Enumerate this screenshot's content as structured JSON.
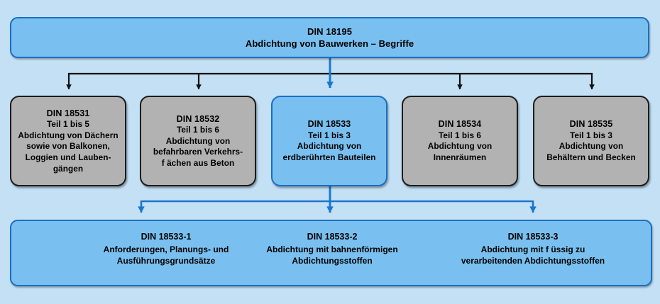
{
  "diagram": {
    "title_context": "DIN 18195 Normenreihe Abdichtung",
    "background_color": "#c3e0f5",
    "accent_blue": "#79c0f0",
    "accent_blue_border": "#1b6fc2",
    "gray_fill": "#b2b2b2",
    "gray_border": "#1c1c1c"
  },
  "root": {
    "code": "DIN 18195",
    "description": "Abdichtung von Bauwerken – Begriffe"
  },
  "standards": [
    {
      "code": "DIN 18531",
      "parts": "Teil 1 bis 5",
      "desc_lines": [
        "Abdichtung von Dächern",
        "sowie von Balkonen,",
        "Loggien und Lauben-",
        "gängen"
      ],
      "highlighted": false
    },
    {
      "code": "DIN 18532",
      "parts": "Teil 1 bis 6",
      "desc_lines": [
        "Abdichtung von",
        "befahrbaren Verkehrs-",
        "f ächen aus Beton"
      ],
      "highlighted": false
    },
    {
      "code": "DIN 18533",
      "parts": "Teil 1 bis 3",
      "desc_lines": [
        "Abdichtung von",
        "erdberührten Bauteilen"
      ],
      "highlighted": true
    },
    {
      "code": "DIN 18534",
      "parts": "Teil 1 bis 6",
      "desc_lines": [
        "Abdichtung von",
        "Innenräumen"
      ],
      "highlighted": false
    },
    {
      "code": "DIN 18535",
      "parts": "Teil 1 bis 3",
      "desc_lines": [
        "Abdichtung von",
        "Behältern und Becken"
      ],
      "highlighted": false
    }
  ],
  "substandards": [
    {
      "code": "DIN 18533-1",
      "desc_lines": [
        "Anforderungen, Planungs- und",
        "Ausführungsgrundsätze"
      ]
    },
    {
      "code": "DIN 18533-2",
      "desc_lines": [
        "Abdichtung mit bahnenförmigen",
        "Abdichtungsstoffen"
      ]
    },
    {
      "code": "DIN 18533-3",
      "desc_lines": [
        "Abdichtung mit f üssig zu",
        "verarbeitenden Abdichtungsstoffen"
      ]
    }
  ]
}
